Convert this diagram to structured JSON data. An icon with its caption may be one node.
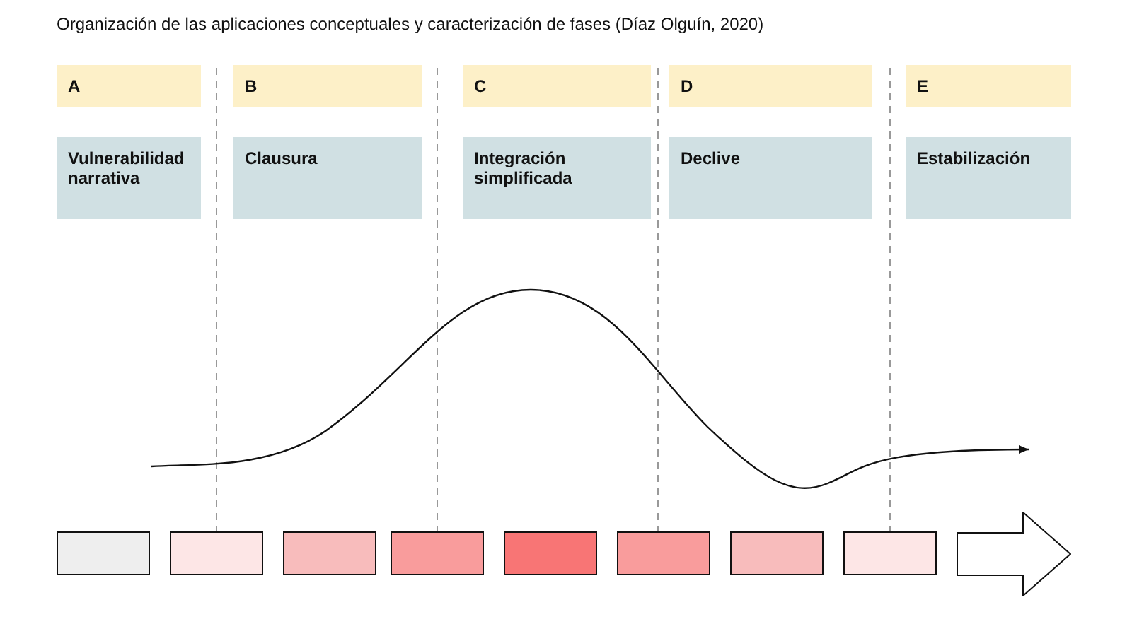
{
  "diagram": {
    "title": "Organización de las aplicaciones conceptuales y caracterización de fases (Díaz Olguín, 2020)",
    "nodes": [
      {
        "text": [
          "A"
        ]
      },
      {
        "text": [
          "B"
        ]
      },
      {
        "text": [
          "C"
        ]
      },
      {
        "text": [
          "D"
        ]
      },
      {
        "text": [
          "E"
        ]
      },
      {
        "text": [
          "Vulnerabilidad narrativa"
        ]
      },
      {
        "text": [
          "Clausura"
        ]
      },
      {
        "text": [
          "Integración simplificada"
        ]
      },
      {
        "text": [
          "Declive"
        ]
      },
      {
        "text": [
          "Estabilización"
        ]
      },
      {
        "text": [],
        "shape": "box"
      },
      {
        "text": [],
        "shape": "box"
      },
      {
        "text": [],
        "shape": "box"
      },
      {
        "text": [],
        "shape": "box"
      },
      {
        "text": [],
        "shape": "box"
      },
      {
        "text": [],
        "shape": "box"
      },
      {
        "text": [],
        "shape": "box"
      },
      {
        "text": [],
        "shape": "box"
      },
      {
        "text": [],
        "shape": "arrow"
      }
    ],
    "edges": []
  }
}
